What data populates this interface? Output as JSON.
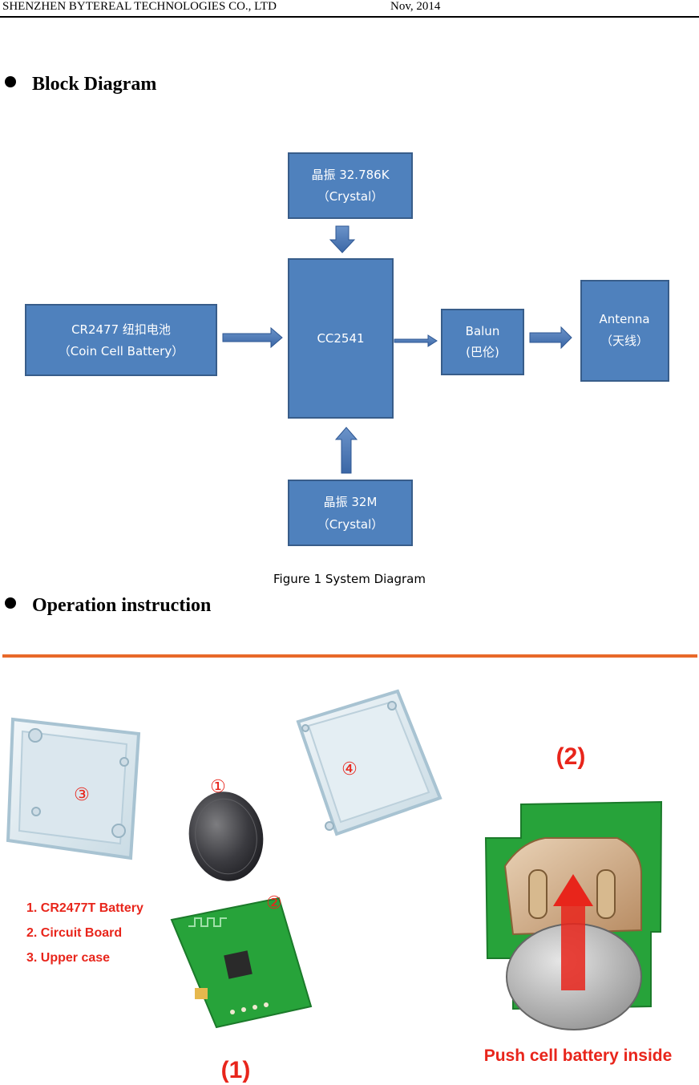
{
  "header": {
    "company": "SHENZHEN BYTEREAL TECHNOLOGIES CO., LTD",
    "date": "Nov, 2014"
  },
  "sections": {
    "block_diagram": "Block Diagram",
    "operation": "Operation instruction"
  },
  "diagram": {
    "crystal_top": {
      "line1": "晶振 32.786K",
      "line2": "（Crystal）"
    },
    "battery": {
      "line1": "CR2477 纽扣电池",
      "line2": "（Coin Cell Battery）"
    },
    "chip": {
      "line1": "CC2541"
    },
    "balun": {
      "line1": "Balun",
      "line2": "(巴伦)"
    },
    "antenna": {
      "line1": "Antenna",
      "line2": "（天线）"
    },
    "crystal_bottom": {
      "line1": "晶振 32M",
      "line2": "（Crystal）"
    },
    "box_color": "#4f81bd",
    "box_border": "#385d8a"
  },
  "caption": "Figure 1 System Diagram",
  "photos": {
    "marker_1": "①",
    "marker_2": "②",
    "marker_3": "③",
    "marker_4": "④",
    "legend": [
      "1. CR2477T Battery",
      "2. Circuit Board",
      "3. Upper case"
    ],
    "label_1": "(1)",
    "label_2": "(2)",
    "push_text": "Push cell battery inside",
    "accent": "#e8251b"
  }
}
